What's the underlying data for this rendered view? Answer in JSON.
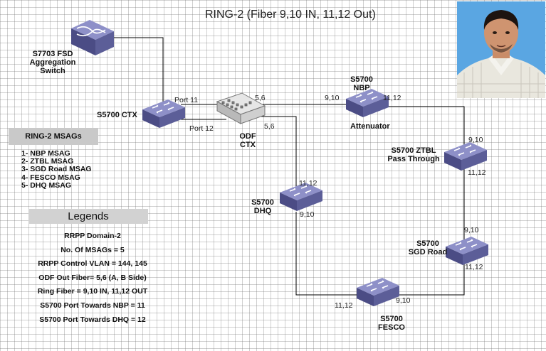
{
  "title": "RING-2 (Fiber 9,10 IN, 11,12 Out)",
  "nodes": {
    "aggregation": "S7703 FSD\nAggregation\nSwitch",
    "ctx": "S5700 CTX",
    "odf": "ODF\nCTX",
    "nbp": "S5700\nNBP",
    "attenuator": "Attenuator",
    "ztbl": "S5700 ZTBL\nPass Through",
    "dhq": "S5700\nDHQ",
    "sgd": "S5700\nSGD Road",
    "fesco": "S5700\nFESCO"
  },
  "port_labels": {
    "port11": "Port 11",
    "port12": "Port 12",
    "odf_top": "5,6",
    "odf_bottom": "5,6",
    "nbp_in": "9,10",
    "nbp_out": "11,12",
    "ztbl_in": "9,10",
    "ztbl_out": "11,12",
    "dhq_top": "11,12",
    "dhq_bottom": "9,10",
    "sgd_in": "9,10",
    "sgd_out": "11,12",
    "fesco_left": "11,12",
    "fesco_right": "9,10"
  },
  "msag_panel": {
    "heading": "RING-2 MSAGs",
    "items": [
      "1- NBP MSAG",
      "2- ZTBL MSAG",
      "3- SGD Road MSAG",
      "4- FESCO MSAG",
      "5- DHQ MSAG"
    ]
  },
  "legend_panel": {
    "heading": "Legends",
    "lines": [
      "RRPP Domain-2",
      "No. Of MSAGs = 5",
      "RRPP Control VLAN = 144, 145",
      "ODF Out Fiber= 5,6 (A, B Side)",
      "Ring Fiber = 9,10 IN, 11,12 OUT",
      "S5700 Port Towards NBP = 11",
      "S5700 Port Towards DHQ = 12"
    ]
  },
  "colors": {
    "switch": "#5e5f99",
    "switch_top": "#8486c2",
    "grid": "#999999",
    "line": "#000000",
    "label_box": "#c9c9c9"
  },
  "icons": {
    "switch": "network-switch-icon",
    "odf": "odf-patch-panel-icon",
    "photo": "person-photo"
  }
}
